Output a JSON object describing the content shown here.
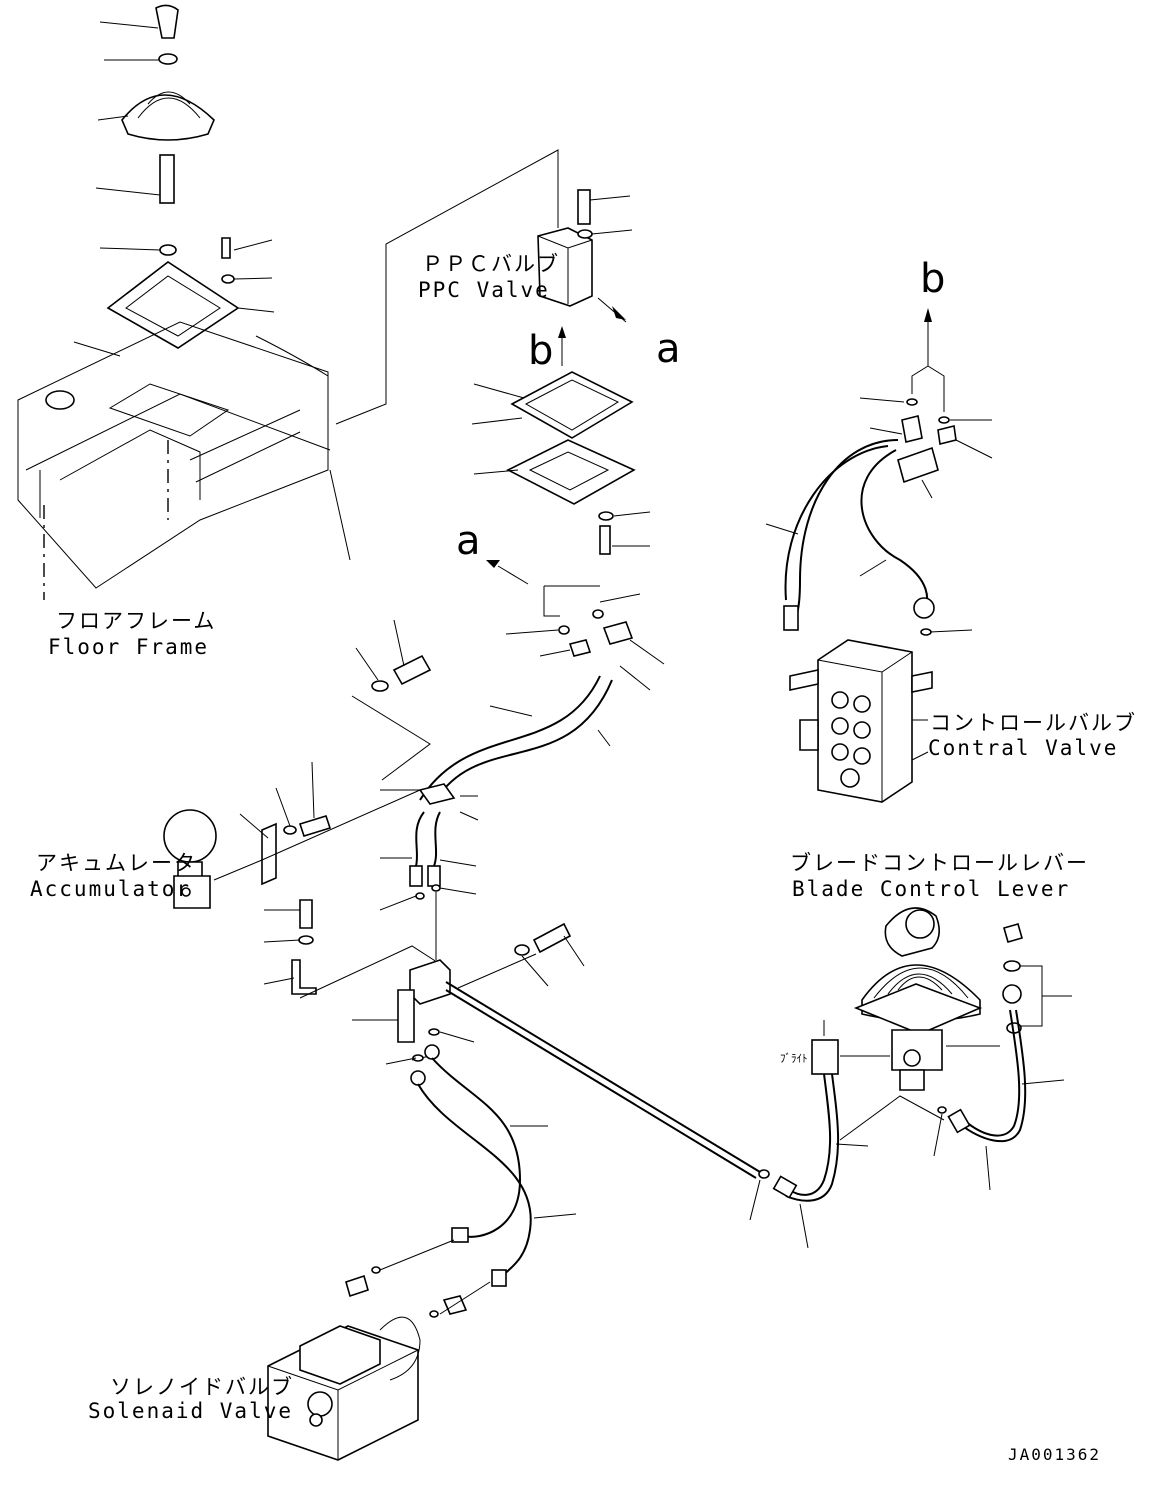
{
  "labels": {
    "ppc_valve_jp": "ＰＰＣバルブ",
    "ppc_valve_en": "PPC Valve",
    "floor_frame_jp": "フロアフレーム",
    "floor_frame_en": "Floor Frame",
    "control_valve_jp": "コントロールバルブ",
    "control_valve_en": "Contral Valve",
    "accumulator_jp": "アキュムレータ",
    "accumulator_en": "Accumulator",
    "blade_lever_jp": "ブレードコントロールレバー",
    "blade_lever_en": "Blade Control Lever",
    "solenoid_valve_jp": "ソレノイドバルブ",
    "solenoid_valve_en": "Solenaid Valve",
    "tag": "ﾌﾞﾗｲﾄ"
  },
  "markers": {
    "a": "a",
    "b": "b"
  },
  "drawing_number": "JA001362"
}
